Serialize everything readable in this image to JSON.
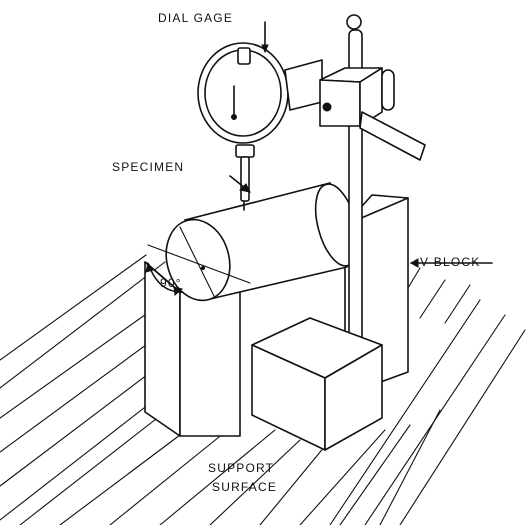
{
  "labels": {
    "dial_gage": "DIAL GAGE",
    "specimen": "SPECIMEN",
    "v_block": "V-BLOCK",
    "angle": "90°",
    "support_surface_line1": "SUPPORT",
    "support_surface_line2": "SURFACE"
  }
}
